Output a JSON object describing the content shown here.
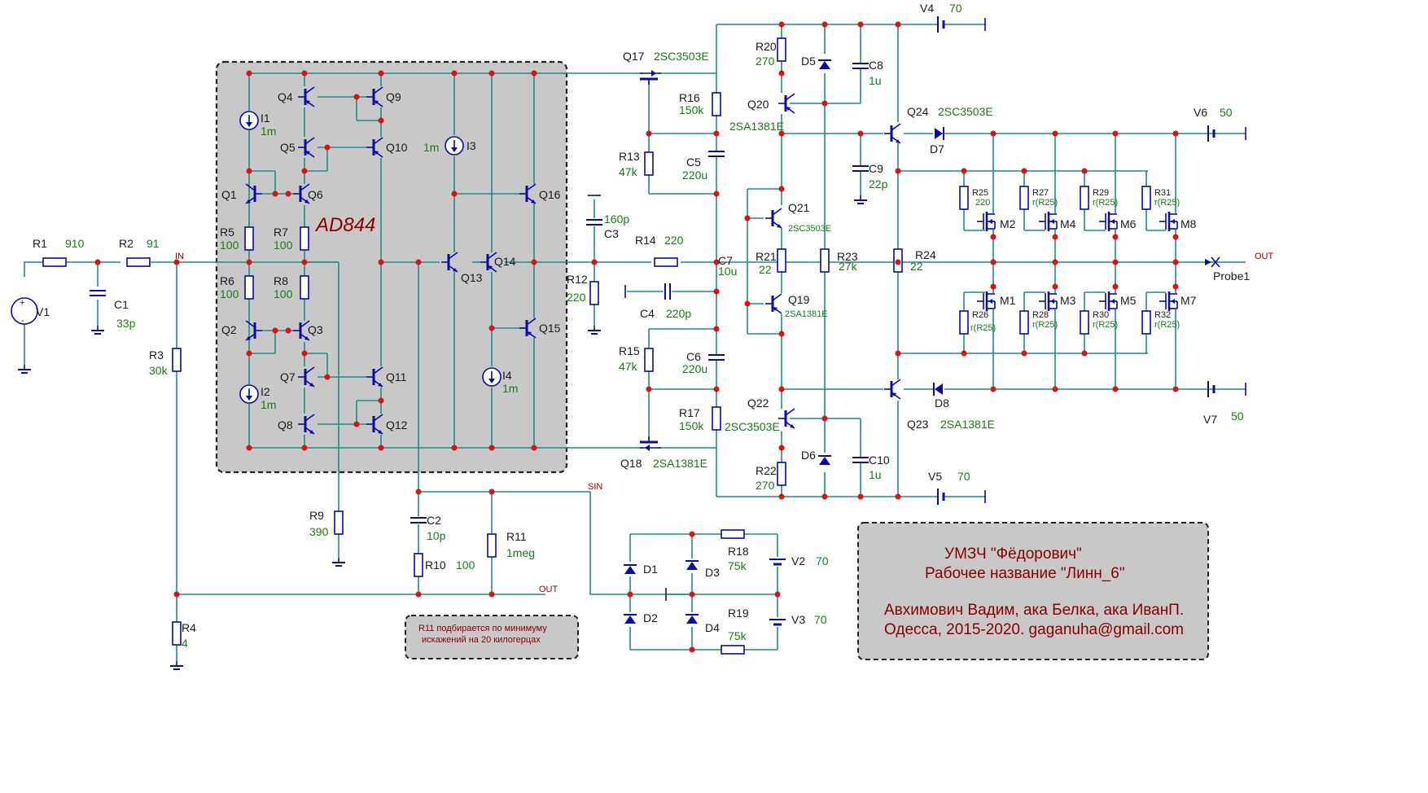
{
  "chip": {
    "name": "AD844"
  },
  "nets": {
    "in": "IN",
    "out_main": "OUT",
    "sin": "SIN",
    "out_fb": "OUT"
  },
  "probe": "Probe1",
  "info_box": {
    "line1": "УМЗЧ  \"Фёдорович\"",
    "line2": "Рабочее название \"Линн_6\"",
    "line3": "Авхимович Вадим, ака Белка, ака ИванП.",
    "line4": "Одесса, 2015-2020. gaganuha@gmail.com"
  },
  "note_box": {
    "line1": "R11 подбирается по минимуму",
    "line2": "искажений на 20 килогерцах"
  },
  "components": {
    "V1": {
      "ref": "V1"
    },
    "R1": {
      "ref": "R1",
      "val": "910"
    },
    "R2": {
      "ref": "R2",
      "val": "91"
    },
    "C1": {
      "ref": "C1",
      "val": "33p"
    },
    "R3": {
      "ref": "R3",
      "val": "30k"
    },
    "R4": {
      "ref": "R4",
      "val": "4"
    },
    "R5": {
      "ref": "R5",
      "val": "100"
    },
    "R6": {
      "ref": "R6",
      "val": "100"
    },
    "R7": {
      "ref": "R7",
      "val": "100"
    },
    "R8": {
      "ref": "R8",
      "val": "100"
    },
    "R9": {
      "ref": "R9",
      "val": "390"
    },
    "R10": {
      "ref": "R10",
      "val": "100"
    },
    "R11": {
      "ref": "R11",
      "val": "1meg"
    },
    "C2": {
      "ref": "C2",
      "val": "10p"
    },
    "I1": {
      "ref": "I1",
      "val": "1m"
    },
    "I2": {
      "ref": "I2",
      "val": "1m"
    },
    "I3": {
      "ref": "I3",
      "val": "1m"
    },
    "I4": {
      "ref": "I4",
      "val": "1m"
    },
    "Q1": {
      "ref": "Q1"
    },
    "Q2": {
      "ref": "Q2"
    },
    "Q3": {
      "ref": "Q3"
    },
    "Q4": {
      "ref": "Q4"
    },
    "Q5": {
      "ref": "Q5"
    },
    "Q6": {
      "ref": "Q6"
    },
    "Q7": {
      "ref": "Q7"
    },
    "Q8": {
      "ref": "Q8"
    },
    "Q9": {
      "ref": "Q9"
    },
    "Q10": {
      "ref": "Q10"
    },
    "Q11": {
      "ref": "Q11"
    },
    "Q12": {
      "ref": "Q12"
    },
    "Q13": {
      "ref": "Q13"
    },
    "Q14": {
      "ref": "Q14"
    },
    "Q15": {
      "ref": "Q15"
    },
    "Q16": {
      "ref": "Q16"
    },
    "Q17": {
      "ref": "Q17",
      "val": "2SC3503E"
    },
    "Q18": {
      "ref": "Q18",
      "val": "2SA1381E"
    },
    "Q19": {
      "ref": "Q19",
      "val": "2SA1381E"
    },
    "Q20": {
      "ref": "Q20",
      "val": "2SA1381E"
    },
    "Q21": {
      "ref": "Q21",
      "val": "2SC3503E"
    },
    "Q22": {
      "ref": "Q22",
      "val": "2SC3503E"
    },
    "Q23": {
      "ref": "Q23",
      "val": "2SA1381E"
    },
    "Q24": {
      "ref": "Q24",
      "val": "2SC3503E"
    },
    "C3": {
      "ref": "C3",
      "val": "160p"
    },
    "R12": {
      "ref": "R12",
      "val": "220"
    },
    "R13": {
      "ref": "R13",
      "val": "47k"
    },
    "R14": {
      "ref": "R14",
      "val": "220"
    },
    "R15": {
      "ref": "R15",
      "val": "47k"
    },
    "R16": {
      "ref": "R16",
      "val": "150k"
    },
    "R17": {
      "ref": "R17",
      "val": "150k"
    },
    "C4": {
      "ref": "C4",
      "val": "220p"
    },
    "C5": {
      "ref": "C5",
      "val": "220u"
    },
    "C6": {
      "ref": "C6",
      "val": "220u"
    },
    "C7": {
      "ref": "C7",
      "val": "10u"
    },
    "R20": {
      "ref": "R20",
      "val": "270"
    },
    "R22": {
      "ref": "R22",
      "val": "270"
    },
    "R21": {
      "ref": "R21",
      "val": "22"
    },
    "R23": {
      "ref": "R23",
      "val": "27k"
    },
    "R24": {
      "ref": "R24",
      "val": "22"
    },
    "C8": {
      "ref": "C8",
      "val": "1u"
    },
    "C9": {
      "ref": "C9",
      "val": "22p"
    },
    "C10": {
      "ref": "C10",
      "val": "1u"
    },
    "D5": {
      "ref": "D5"
    },
    "D6": {
      "ref": "D6"
    },
    "D7": {
      "ref": "D7"
    },
    "D8": {
      "ref": "D8"
    },
    "V4": {
      "ref": "V4",
      "val": "70"
    },
    "V5": {
      "ref": "V5",
      "val": "70"
    },
    "V6": {
      "ref": "V6",
      "val": "50"
    },
    "V7": {
      "ref": "V7",
      "val": "50"
    },
    "R25": {
      "ref": "R25",
      "val": "220"
    },
    "R26": {
      "ref": "R26",
      "val": "r(R25)"
    },
    "R27": {
      "ref": "R27",
      "val": "r(R25)"
    },
    "R28": {
      "ref": "R28",
      "val": "r(R25)"
    },
    "R29": {
      "ref": "R29",
      "val": "r(R25)"
    },
    "R30": {
      "ref": "R30",
      "val": "r(R25)"
    },
    "R31": {
      "ref": "R31",
      "val": "r(R25)"
    },
    "R32": {
      "ref": "R32",
      "val": "r(R25)"
    },
    "M1": {
      "ref": "M1"
    },
    "M2": {
      "ref": "M2"
    },
    "M3": {
      "ref": "M3"
    },
    "M4": {
      "ref": "M4"
    },
    "M5": {
      "ref": "M5"
    },
    "M6": {
      "ref": "M6"
    },
    "M7": {
      "ref": "M7"
    },
    "M8": {
      "ref": "M8"
    },
    "D1": {
      "ref": "D1"
    },
    "D2": {
      "ref": "D2"
    },
    "D3": {
      "ref": "D3"
    },
    "D4": {
      "ref": "D4"
    },
    "R18": {
      "ref": "R18",
      "val": "75k"
    },
    "R19": {
      "ref": "R19",
      "val": "75k"
    },
    "V2": {
      "ref": "V2",
      "val": "70"
    },
    "V3": {
      "ref": "V3",
      "val": "70"
    }
  }
}
